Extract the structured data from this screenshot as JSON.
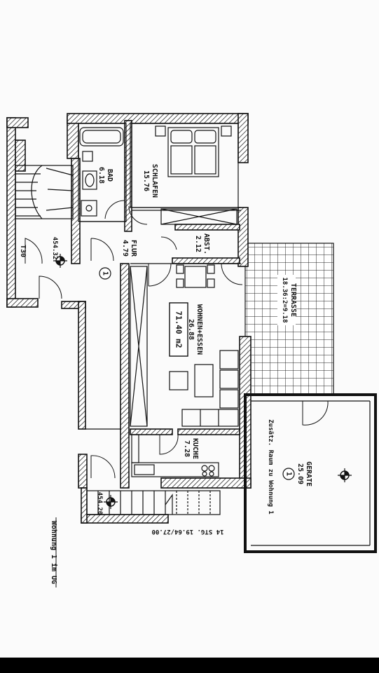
{
  "drawing_title": "Wohnung 1 im UG",
  "stair_note": "14 STG. 19.64/27.00",
  "total_area": "71.40 m2",
  "rooms": [
    {
      "name": "BAD",
      "area": "6.18"
    },
    {
      "name": "SCHLAFEN",
      "area": "15.76"
    },
    {
      "name": "FLUR",
      "area": "4.79"
    },
    {
      "name": "ABST.",
      "area": "2.12"
    },
    {
      "name": "WOHNEN+ESSEN",
      "area": "26.88"
    },
    {
      "name": "KUCHE",
      "area": "7.28"
    },
    {
      "name": "TERRASSE",
      "area": "18.36:2=9.18"
    },
    {
      "name": "GERATE",
      "area": "25.09"
    }
  ],
  "extra_room_note": "Zusätz. Raum zu Wohnung 1",
  "door_label": "T30",
  "levels": [
    "454.32",
    "454.20"
  ],
  "unit_markers": [
    "1",
    "1"
  ]
}
